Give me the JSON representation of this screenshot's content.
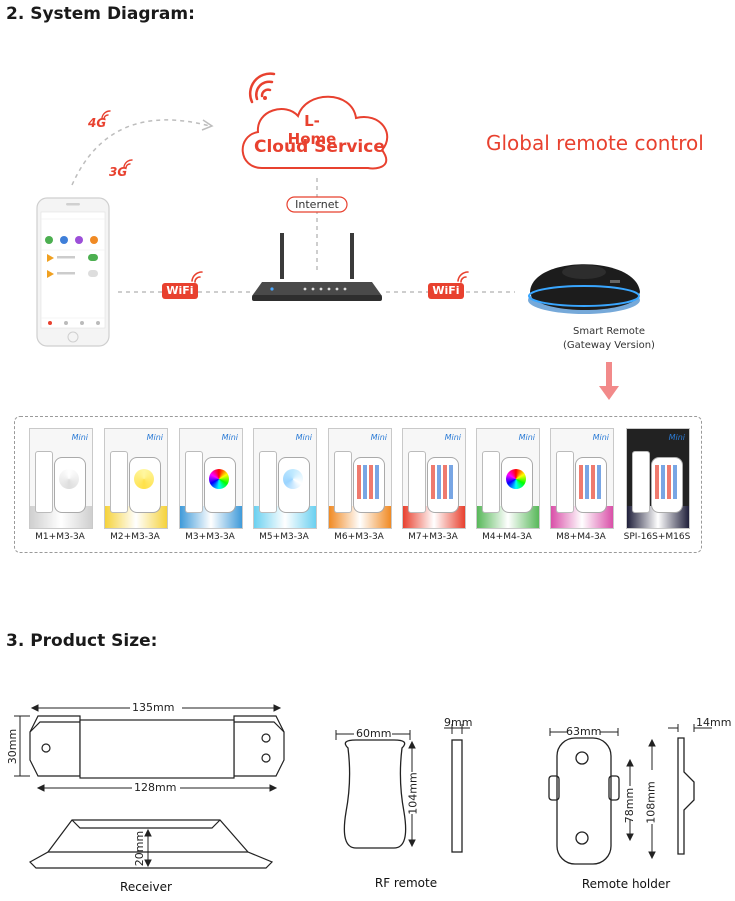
{
  "sections": {
    "diagram_title": "2. System Diagram:",
    "size_title": "3. Product Size:"
  },
  "diagram": {
    "cloud_line1": "L-Home",
    "cloud_line2": "Cloud Service",
    "global_text": "Global remote control",
    "signal_4g": "4G",
    "signal_3g": "3G",
    "internet_label": "Internet",
    "wifi_left": "WiFi",
    "wifi_right": "WiFi",
    "smart_remote_line1": "Smart Remote",
    "smart_remote_line2": "(Gateway Version)",
    "accent_color": "#e8412f"
  },
  "products": [
    {
      "label": "M1+M3-3A",
      "pkg_text": "Mini"
    },
    {
      "label": "M2+M3-3A",
      "pkg_text": "Mini"
    },
    {
      "label": "M3+M3-3A",
      "pkg_text": "Mini"
    },
    {
      "label": "M5+M3-3A",
      "pkg_text": "Mini"
    },
    {
      "label": "M6+M3-3A",
      "pkg_text": "Mini"
    },
    {
      "label": "M7+M3-3A",
      "pkg_text": "Mini"
    },
    {
      "label": "M4+M4-3A",
      "pkg_text": "Mini"
    },
    {
      "label": "M8+M4-3A",
      "pkg_text": "Mini"
    },
    {
      "label": "SPI-16S+M16S",
      "pkg_text": "Mini"
    }
  ],
  "sizes": {
    "receiver": {
      "length": "135mm",
      "inner_length": "128mm",
      "width": "30mm",
      "height": "20mm",
      "caption": "Receiver"
    },
    "rf_remote": {
      "width": "60mm",
      "height": "104mm",
      "depth": "9mm",
      "caption": "RF remote"
    },
    "holder": {
      "width": "63mm",
      "height": "108mm",
      "inner_height": "78mm",
      "depth": "14mm",
      "caption": "Remote holder"
    }
  }
}
